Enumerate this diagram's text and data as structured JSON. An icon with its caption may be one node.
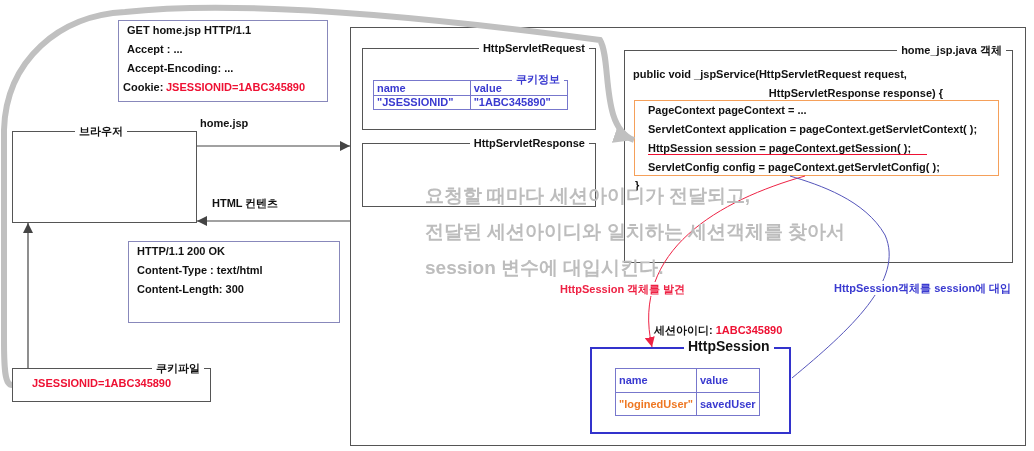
{
  "diagram": {
    "nodes": [
      {
        "text": [
          "GET home.jsp HTTP/1.1",
          "Accept : ...",
          "Accept-Encoding: ...",
          "Cookie:",
          "JSESSIONID=1ABC345890"
        ]
      },
      {
        "text": [
          "브라우저"
        ]
      },
      {
        "text": [
          "HTTP/1.1 200 OK",
          "Content-Type : text/html",
          "Content-Length: 300"
        ]
      },
      {
        "text": [
          "쿠키파일",
          "JSESSIONID=1ABC345890"
        ]
      },
      {
        "text": [],
        "shape": "box"
      },
      {
        "text": [
          "HttpServletRequest"
        ],
        "in": 4
      },
      {
        "text": [
          "쿠키정보",
          "name",
          "value",
          "\"JSESSIONID\"",
          "\"1ABC345890\""
        ],
        "in": 5
      },
      {
        "text": [
          "HttpServletResponse"
        ],
        "in": 4
      },
      {
        "text": [
          "home_jsp.java 객체",
          "public void _jspService(HttpServletRequest request, HttpServletResponse response) {",
          "}"
        ],
        "in": 4
      },
      {
        "text": [
          "PageContext pageContext = ...",
          "ServletContext application = pageContext.getServletContext( );",
          "HttpSession session = pageContext.getSession( );",
          "ServletConfig config = pageContext.getServletConfig( );"
        ],
        "in": 8
      },
      {
        "text": [
          "HttpSession"
        ],
        "beside": [
          "세션아이디:",
          "1ABC345890"
        ],
        "in": 4
      },
      {
        "text": [
          "name",
          "value",
          "\"loginedUser\"",
          "savedUser"
        ],
        "in": 10
      }
    ],
    "edges": [
      {
        "from": 1,
        "to": 4,
        "arrow": "to",
        "label": "home.jsp"
      },
      {
        "from": 4,
        "to": 1,
        "arrow": "to",
        "label": "HTML 컨텐츠"
      },
      {
        "from": 3,
        "to": 1,
        "arrow": "to"
      },
      {
        "from": 3,
        "to": 9,
        "arrow": "to",
        "style": "thick",
        "color": "#c0c0c0"
      },
      {
        "from": 9,
        "to": 10,
        "arrow": "to",
        "label": "HttpSession 객체를 발견",
        "color": "#ee2244"
      },
      {
        "from": 10,
        "to": 9,
        "arrow": "none",
        "label": "HttpSession객체를 session에 대입",
        "color": "#5555bb"
      }
    ],
    "labels": [
      "요청할 때마다 세션아이디가 전달되고, 전달된 세션아이디와 일치하는 세션객체를 찾아서 session 변수에 대입시킨다."
    ]
  }
}
